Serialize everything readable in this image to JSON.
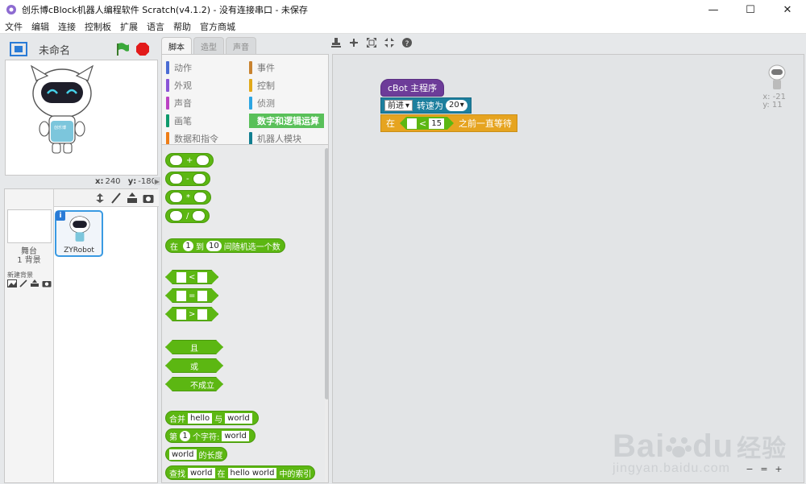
{
  "window": {
    "title": "创乐博cBlock机器人编程软件 Scratch(v4.1.2) - 没有连接串口 - 未保存",
    "minimize": "—",
    "maximize": "☐",
    "close": "✕"
  },
  "menu": [
    "文件",
    "编辑",
    "连接",
    "控制板",
    "扩展",
    "语言",
    "帮助",
    "官方商城"
  ],
  "stage": {
    "project_name": "未命名",
    "x_label": "x:",
    "x_value": "240",
    "y_label": "y:",
    "y_value": "-180",
    "robot_badge": "创乐博"
  },
  "sprites": {
    "stage_label": "舞台",
    "stage_backdrops": "1 背景",
    "new_backdrop_label": "新建背景",
    "sprite_name": "ZYRobot",
    "info_icon": "i"
  },
  "tabs": [
    "脚本",
    "造型",
    "声音"
  ],
  "categories": [
    {
      "label": "动作",
      "color": "#4a6cd4"
    },
    {
      "label": "事件",
      "color": "#c88330"
    },
    {
      "label": "外观",
      "color": "#8a55d7"
    },
    {
      "label": "控制",
      "color": "#e1a91a"
    },
    {
      "label": "声音",
      "color": "#bb42c3"
    },
    {
      "label": "侦测",
      "color": "#2ca5e2"
    },
    {
      "label": "画笔",
      "color": "#0e9a6c"
    },
    {
      "label": "数字和逻辑运算",
      "color": "#59c059"
    },
    {
      "label": "数据和指令",
      "color": "#ee7d16"
    },
    {
      "label": "机器人模块",
      "color": "#127f91"
    }
  ],
  "palette": {
    "ops": [
      "+",
      "-",
      "*",
      "/"
    ],
    "random": {
      "pre": "在",
      "a": "1",
      "mid": "到",
      "b": "10",
      "post": "间随机选一个数"
    },
    "compare": [
      "<",
      "=",
      ">"
    ],
    "logic": [
      "且",
      "或",
      "不成立"
    ],
    "join": {
      "pre": "合并",
      "a": "hello",
      "mid": "与",
      "b": "world"
    },
    "letter": {
      "pre": "第",
      "a": "1",
      "mid": "个字符:",
      "b": "world"
    },
    "length": {
      "a": "world",
      "post": "的长度"
    },
    "find": {
      "pre": "查找",
      "a": "world",
      "mid": "在",
      "b": "hello world",
      "post": "中的索引"
    }
  },
  "script": {
    "hat": "cBot 主程序",
    "motor_dir": "前进",
    "motor_label": "转速为",
    "motor_speed": "20",
    "wait_pre": "在",
    "wait_op": "<",
    "wait_val": "15",
    "wait_post": "之前一直等待"
  },
  "sprite_info": {
    "x": "x: -21",
    "y": "y: 11"
  },
  "zoom": [
    "−",
    "=",
    "+"
  ],
  "watermark": {
    "brand": "Bai",
    "brand2": "du",
    "cn": "经验",
    "url": "jingyan.baidu.com"
  }
}
